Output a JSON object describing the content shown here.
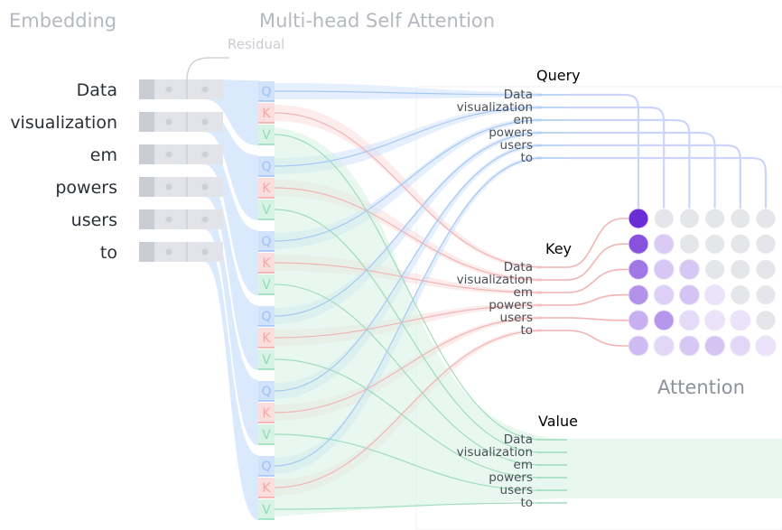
{
  "sections": {
    "embedding": "Embedding",
    "mhsa": "Multi-head Self Attention",
    "residual": "Residual",
    "attention": "Attention"
  },
  "tokens": [
    "Data",
    "visualization",
    "em",
    "powers",
    "users",
    "to"
  ],
  "qkv": {
    "q": {
      "label": "Q",
      "name": "Query",
      "color": "#9cc2f7"
    },
    "k": {
      "label": "K",
      "name": "Key",
      "color": "#f4a6a6"
    },
    "v": {
      "label": "V",
      "name": "Value",
      "color": "#8fdcb6"
    }
  },
  "colors": {
    "query_band": "#cfe1fb",
    "key_band": "#fadcdc",
    "value_band": "#d5f2e4",
    "query_line": "#a7c8f4",
    "key_line": "#f2b4b4",
    "value_line": "#9fdcbd",
    "attention_line": "#cdd4fb",
    "embedding_block": "#e2e4e9",
    "embedding_dark": "#c9ccd2",
    "attn_base": "#6b2bd6",
    "attn_empty": "#e5e6e9"
  },
  "attention_matrix": [
    [
      1.0,
      0.0,
      0.0,
      0.0,
      0.0,
      0.0
    ],
    [
      0.8,
      0.2,
      0.0,
      0.0,
      0.0,
      0.0
    ],
    [
      0.62,
      0.22,
      0.22,
      0.0,
      0.0,
      0.0
    ],
    [
      0.48,
      0.18,
      0.24,
      0.08,
      0.0,
      0.0
    ],
    [
      0.34,
      0.46,
      0.12,
      0.08,
      0.08,
      0.0
    ],
    [
      0.28,
      0.14,
      0.22,
      0.24,
      0.14,
      0.06
    ]
  ]
}
